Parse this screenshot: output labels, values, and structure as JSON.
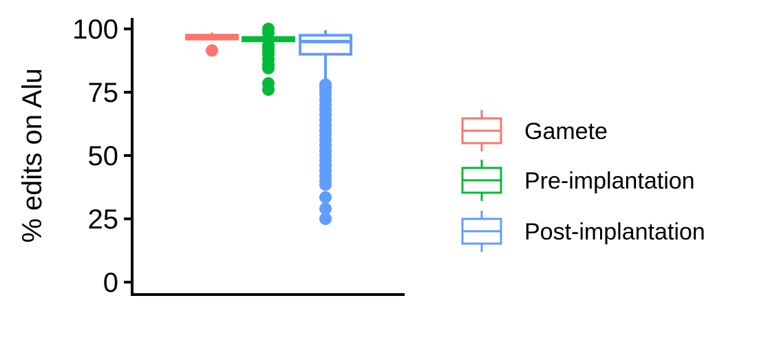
{
  "chart_data": {
    "type": "boxplot",
    "ylabel": "% edits on Alu",
    "xlabel": "",
    "ylim": [
      0,
      100
    ],
    "yticks": [
      "0",
      "25",
      "50",
      "75",
      "100"
    ],
    "grid": false,
    "legend_position": "right",
    "series": [
      {
        "name": "Gamete",
        "color": "#F8766D",
        "filled": true,
        "min": 95.5,
        "q1": 96.0,
        "median": 97.0,
        "q3": 97.5,
        "max": 98.5,
        "outliers": [
          91.5
        ]
      },
      {
        "name": "Pre-implantation",
        "color": "#00BA38",
        "filled": true,
        "min": 94.5,
        "q1": 95.3,
        "median": 96.0,
        "q3": 96.6,
        "max": 97.2,
        "outliers": [
          100,
          98.5,
          93.5,
          92.5,
          91.0,
          90.0,
          88.0,
          86.0,
          84.5,
          78.5,
          76.0
        ]
      },
      {
        "name": "Post-implantation",
        "color": "#619CFF",
        "filled": false,
        "min": 79.5,
        "q1": 90.0,
        "median": 95.0,
        "q3": 97.5,
        "max": 99.5,
        "outliers": [
          78.0,
          77.0,
          75.5,
          74.0,
          72.0,
          70.0,
          68.0,
          66.0,
          64.0,
          62.0,
          60.0,
          58.0,
          56.0,
          54.0,
          52.0,
          50.0,
          48.0,
          46.0,
          44.0,
          42.0,
          40.0,
          38.5,
          33.5,
          29.0,
          25.0
        ]
      }
    ]
  }
}
